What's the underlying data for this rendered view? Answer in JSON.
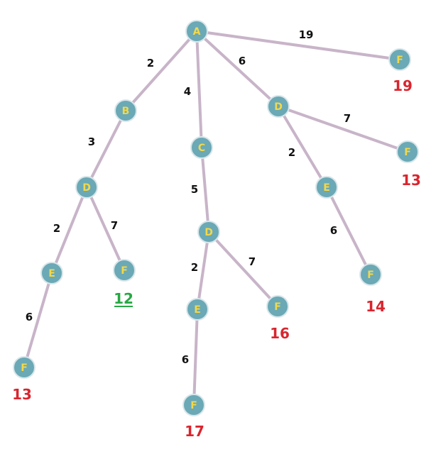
{
  "colors": {
    "node_fill": "#6aa9b5",
    "node_label": "#f3d84a",
    "edge": "#c8b4c8",
    "weight_text": "#111111",
    "total_default": "#d9252e",
    "total_best": "#27a844"
  },
  "nodes": [
    {
      "id": "A",
      "label": "A"
    },
    {
      "id": "B1",
      "label": "B"
    },
    {
      "id": "C1",
      "label": "C"
    },
    {
      "id": "D1",
      "label": "D"
    },
    {
      "id": "F1",
      "label": "F",
      "total": "19"
    },
    {
      "id": "D2",
      "label": "D"
    },
    {
      "id": "E2",
      "label": "E"
    },
    {
      "id": "F2",
      "label": "F",
      "total": "13"
    },
    {
      "id": "F3",
      "label": "F",
      "total": "12",
      "best": true
    },
    {
      "id": "D3",
      "label": "D"
    },
    {
      "id": "E3",
      "label": "E"
    },
    {
      "id": "F4",
      "label": "F",
      "total": "16"
    },
    {
      "id": "F5",
      "label": "F",
      "total": "17"
    },
    {
      "id": "F6",
      "label": "F",
      "total": "13"
    },
    {
      "id": "E1",
      "label": "E"
    },
    {
      "id": "F7",
      "label": "F",
      "total": "14"
    }
  ],
  "edges": [
    {
      "from": "A",
      "to": "B1",
      "weight": "2"
    },
    {
      "from": "A",
      "to": "C1",
      "weight": "4"
    },
    {
      "from": "A",
      "to": "D1",
      "weight": "6"
    },
    {
      "from": "A",
      "to": "F1",
      "weight": "19"
    },
    {
      "from": "B1",
      "to": "D2",
      "weight": "3"
    },
    {
      "from": "D2",
      "to": "E2",
      "weight": "2"
    },
    {
      "from": "D2",
      "to": "F3",
      "weight": "7"
    },
    {
      "from": "E2",
      "to": "F2",
      "weight": "6"
    },
    {
      "from": "C1",
      "to": "D3",
      "weight": "5"
    },
    {
      "from": "D3",
      "to": "E3",
      "weight": "2"
    },
    {
      "from": "D3",
      "to": "F4",
      "weight": "7"
    },
    {
      "from": "E3",
      "to": "F5",
      "weight": "6"
    },
    {
      "from": "D1",
      "to": "F6",
      "weight": "7"
    },
    {
      "from": "D1",
      "to": "E1",
      "weight": "2"
    },
    {
      "from": "E1",
      "to": "F7",
      "weight": "6"
    }
  ]
}
